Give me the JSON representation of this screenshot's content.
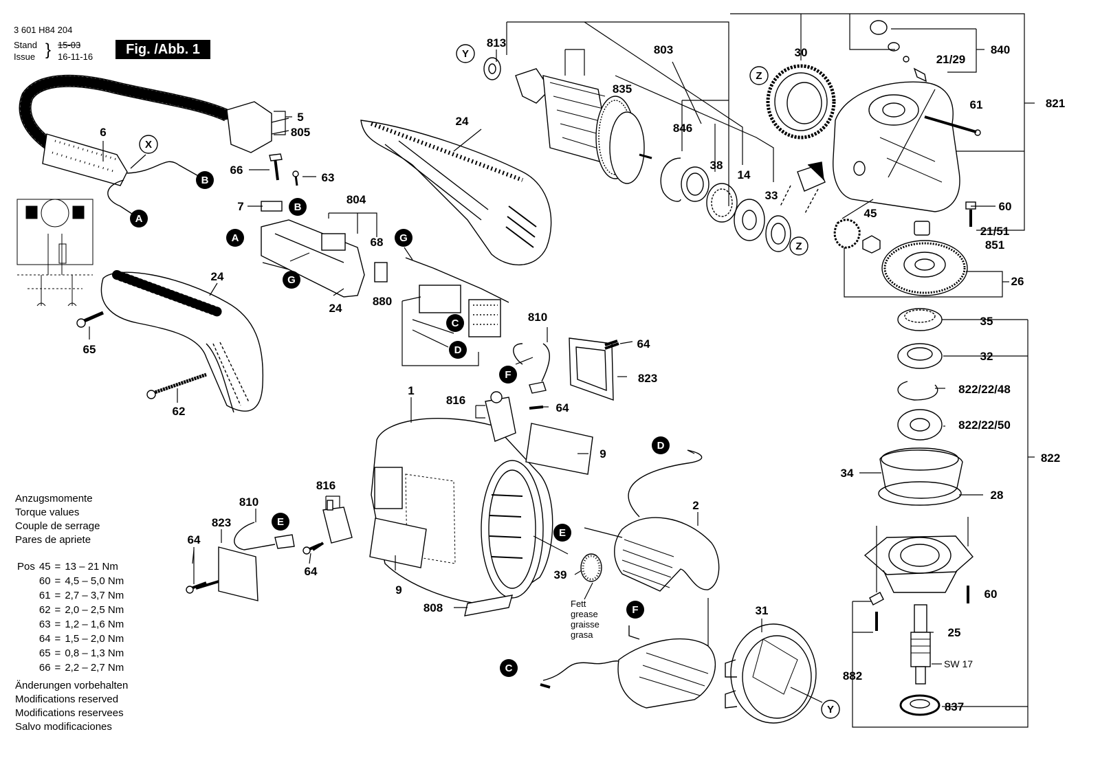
{
  "header": {
    "doc_number": "3 601 H84 204",
    "stand_label": "Stand",
    "issue_label": "Issue",
    "old_date": "15-03",
    "new_date": "16-11-16",
    "figure_label": "Fig. /Abb. 1"
  },
  "torque_heading": [
    "Anzugsmomente",
    "Torque values",
    "Couple de serrage",
    "Pares de apriete"
  ],
  "torque_pos_label": "Pos",
  "torque_rows": [
    {
      "pos": "45",
      "value": "13 – 21 Nm"
    },
    {
      "pos": "60",
      "value": "4,5 – 5,0 Nm"
    },
    {
      "pos": "61",
      "value": "2,7 – 3,7 Nm"
    },
    {
      "pos": "62",
      "value": "2,0 – 2,5 Nm"
    },
    {
      "pos": "63",
      "value": "1,2 – 1,6 Nm"
    },
    {
      "pos": "64",
      "value": "1,5 – 2,0 Nm"
    },
    {
      "pos": "65",
      "value": "0,8 – 1,3 Nm"
    },
    {
      "pos": "66",
      "value": "2,2 – 2,7 Nm"
    }
  ],
  "modifications": [
    "Änderungen vorbehalten",
    "Modifications reserved",
    "Modifications reservees",
    "Salvo modificaciones"
  ],
  "grease_note": [
    "Fett",
    "grease",
    "graisse",
    "grasa"
  ],
  "sw_note": "SW 17",
  "labels": {
    "l813": "813",
    "l803": "803",
    "l30": "30",
    "l840": "840",
    "l2129": "21/29",
    "l821": "821",
    "l835": "835",
    "l61": "61",
    "l5": "5",
    "l805": "805",
    "l6": "6",
    "l24a": "24",
    "l846": "846",
    "l38": "38",
    "l14": "14",
    "l33": "33",
    "l66": "66",
    "l63": "63",
    "l804": "804",
    "l7": "7",
    "l68": "68",
    "l45": "45",
    "l60a": "60",
    "l2151": "21/51",
    "l851": "851",
    "l26": "26",
    "l24b": "24",
    "l24c": "24",
    "l880": "880",
    "l65": "65",
    "l810a": "810",
    "l64a": "64",
    "l823a": "823",
    "l35": "35",
    "l32": "32",
    "l8222248": "822/22/48",
    "l62": "62",
    "l816a": "816",
    "l64b": "64",
    "l8222250": "822/22/50",
    "l1": "1",
    "l9a": "9",
    "l822": "822",
    "l34": "34",
    "l28": "28",
    "l816b": "816",
    "l810b": "810",
    "l823b": "823",
    "l64c": "64",
    "l64d": "64",
    "l2": "2",
    "l9b": "9",
    "l39": "39",
    "l60b": "60",
    "l808": "808",
    "l25": "25",
    "l31": "31",
    "l882": "882",
    "l837": "837"
  },
  "markers": {
    "x": "X",
    "b1": "B",
    "a1": "A",
    "y1": "Y",
    "z1": "Z",
    "z2": "Z",
    "b2": "B",
    "a2": "A",
    "g1": "G",
    "g2": "G",
    "c1": "C",
    "d1": "D",
    "f1": "F",
    "d2": "D",
    "e1": "E",
    "e2": "E",
    "f2": "F",
    "c2": "C",
    "y2": "Y"
  }
}
